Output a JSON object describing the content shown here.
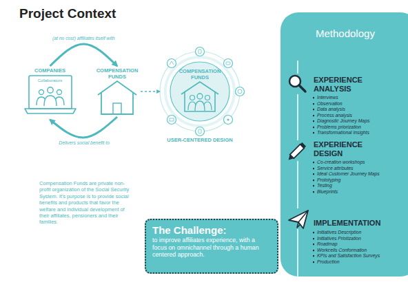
{
  "diagram": {
    "title": "Project Context",
    "nodes": [
      {
        "text": [
          "COMPANIES",
          "Collaborators"
        ]
      },
      {
        "text": [
          "COMPENSATION FUNDS"
        ]
      },
      {
        "text": [
          "COMPENSATION FUNDS",
          "USER-CENTERED DESIGN"
        ]
      },
      {
        "text": [
          "The Challenge:",
          "to improve affiliates experience, with a focus on omnichannel through a human centered approach."
        ]
      },
      {
        "text": [
          "Methodology",
          "EXPERIENCE ANALYSIS",
          "Interviews",
          "Observation",
          "Data analysis",
          "Process analysis",
          "Diagnostic Journey Maps",
          "Problems priorization",
          "Transformational Insights",
          "EXPERIENCE DESIGN",
          "Co-creation workshops",
          "Service attributes",
          "Ideal Customer Journey Maps",
          "Prototyping",
          "Testing",
          "Blueprints",
          "IMPLEMENTATION",
          "Initiatives Description",
          "Initiatives Priotization",
          "Roadmap",
          "Workcells Conformation",
          "KPIs and Satisfaction Surveys",
          "Production"
        ]
      }
    ],
    "edges": [
      {
        "from": 0,
        "to": 1,
        "label": "(at no cost) affiliates itself with",
        "arrow": "to"
      },
      {
        "from": 1,
        "to": 0,
        "label": "Delivers social benefit to",
        "arrow": "to"
      },
      {
        "from": 1,
        "to": 2,
        "arrow": "to"
      }
    ],
    "labels": [
      "Compensation Funds are private non-profit organization of the Social Security System. It's purpose is to provide social benefits and products that favor the welfare and individual development of their affiliates, pensioners and their families."
    ]
  }
}
